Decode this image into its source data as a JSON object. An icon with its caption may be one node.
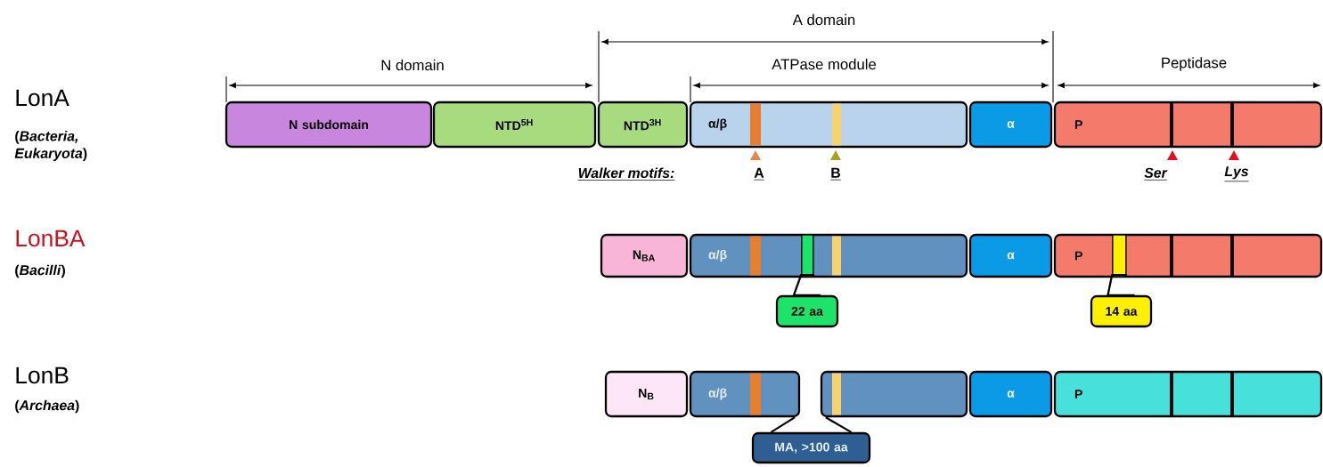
{
  "diagram": {
    "nodes": [
      {
        "text": [
          "N subdomain"
        ]
      },
      {
        "text": [
          "NTD$^{5H}$"
        ]
      },
      {
        "text": [
          "NTD$^{3H}$"
        ]
      },
      {
        "text": [
          "α/β"
        ]
      },
      {
        "text": [
          "α"
        ]
      },
      {
        "text": [
          "P"
        ]
      },
      {
        "text": [
          "N$_{BA}$"
        ]
      },
      {
        "text": [
          "α/β"
        ]
      },
      {
        "text": [],
        "shape": "bar",
        "in": 7
      },
      {
        "text": [
          "α"
        ]
      },
      {
        "text": [
          "P"
        ]
      },
      {
        "text": [],
        "shape": "bar",
        "in": 10
      },
      {
        "text": [
          "22 aa"
        ]
      },
      {
        "text": [
          "14 aa"
        ]
      },
      {
        "text": [
          "N$_{B}$"
        ]
      },
      {
        "text": [
          "α/β"
        ]
      },
      {
        "text": [],
        "shape": "box"
      },
      {
        "text": [
          "α"
        ]
      },
      {
        "text": [
          "P"
        ]
      },
      {
        "text": [
          "MA, >100 aa"
        ]
      }
    ],
    "edges": [
      {
        "from": 12,
        "to": 8,
        "arrow": "none"
      },
      {
        "from": 13,
        "to": 11,
        "arrow": "none"
      },
      {
        "from": 19,
        "to": 15,
        "arrow": "none"
      },
      {
        "from": 19,
        "to": 16,
        "arrow": "none"
      }
    ],
    "labels": [
      "A domain",
      "N domain",
      "ATPase module",
      "Peptidase",
      "LonA",
      "(*Bacteria, Eukaryota*)",
      "Walker motifs:",
      "A",
      "B",
      "Ser",
      "Lys",
      "LonBA",
      "(*Bacilli*)",
      "LonB",
      "(*Archaea*)"
    ]
  }
}
